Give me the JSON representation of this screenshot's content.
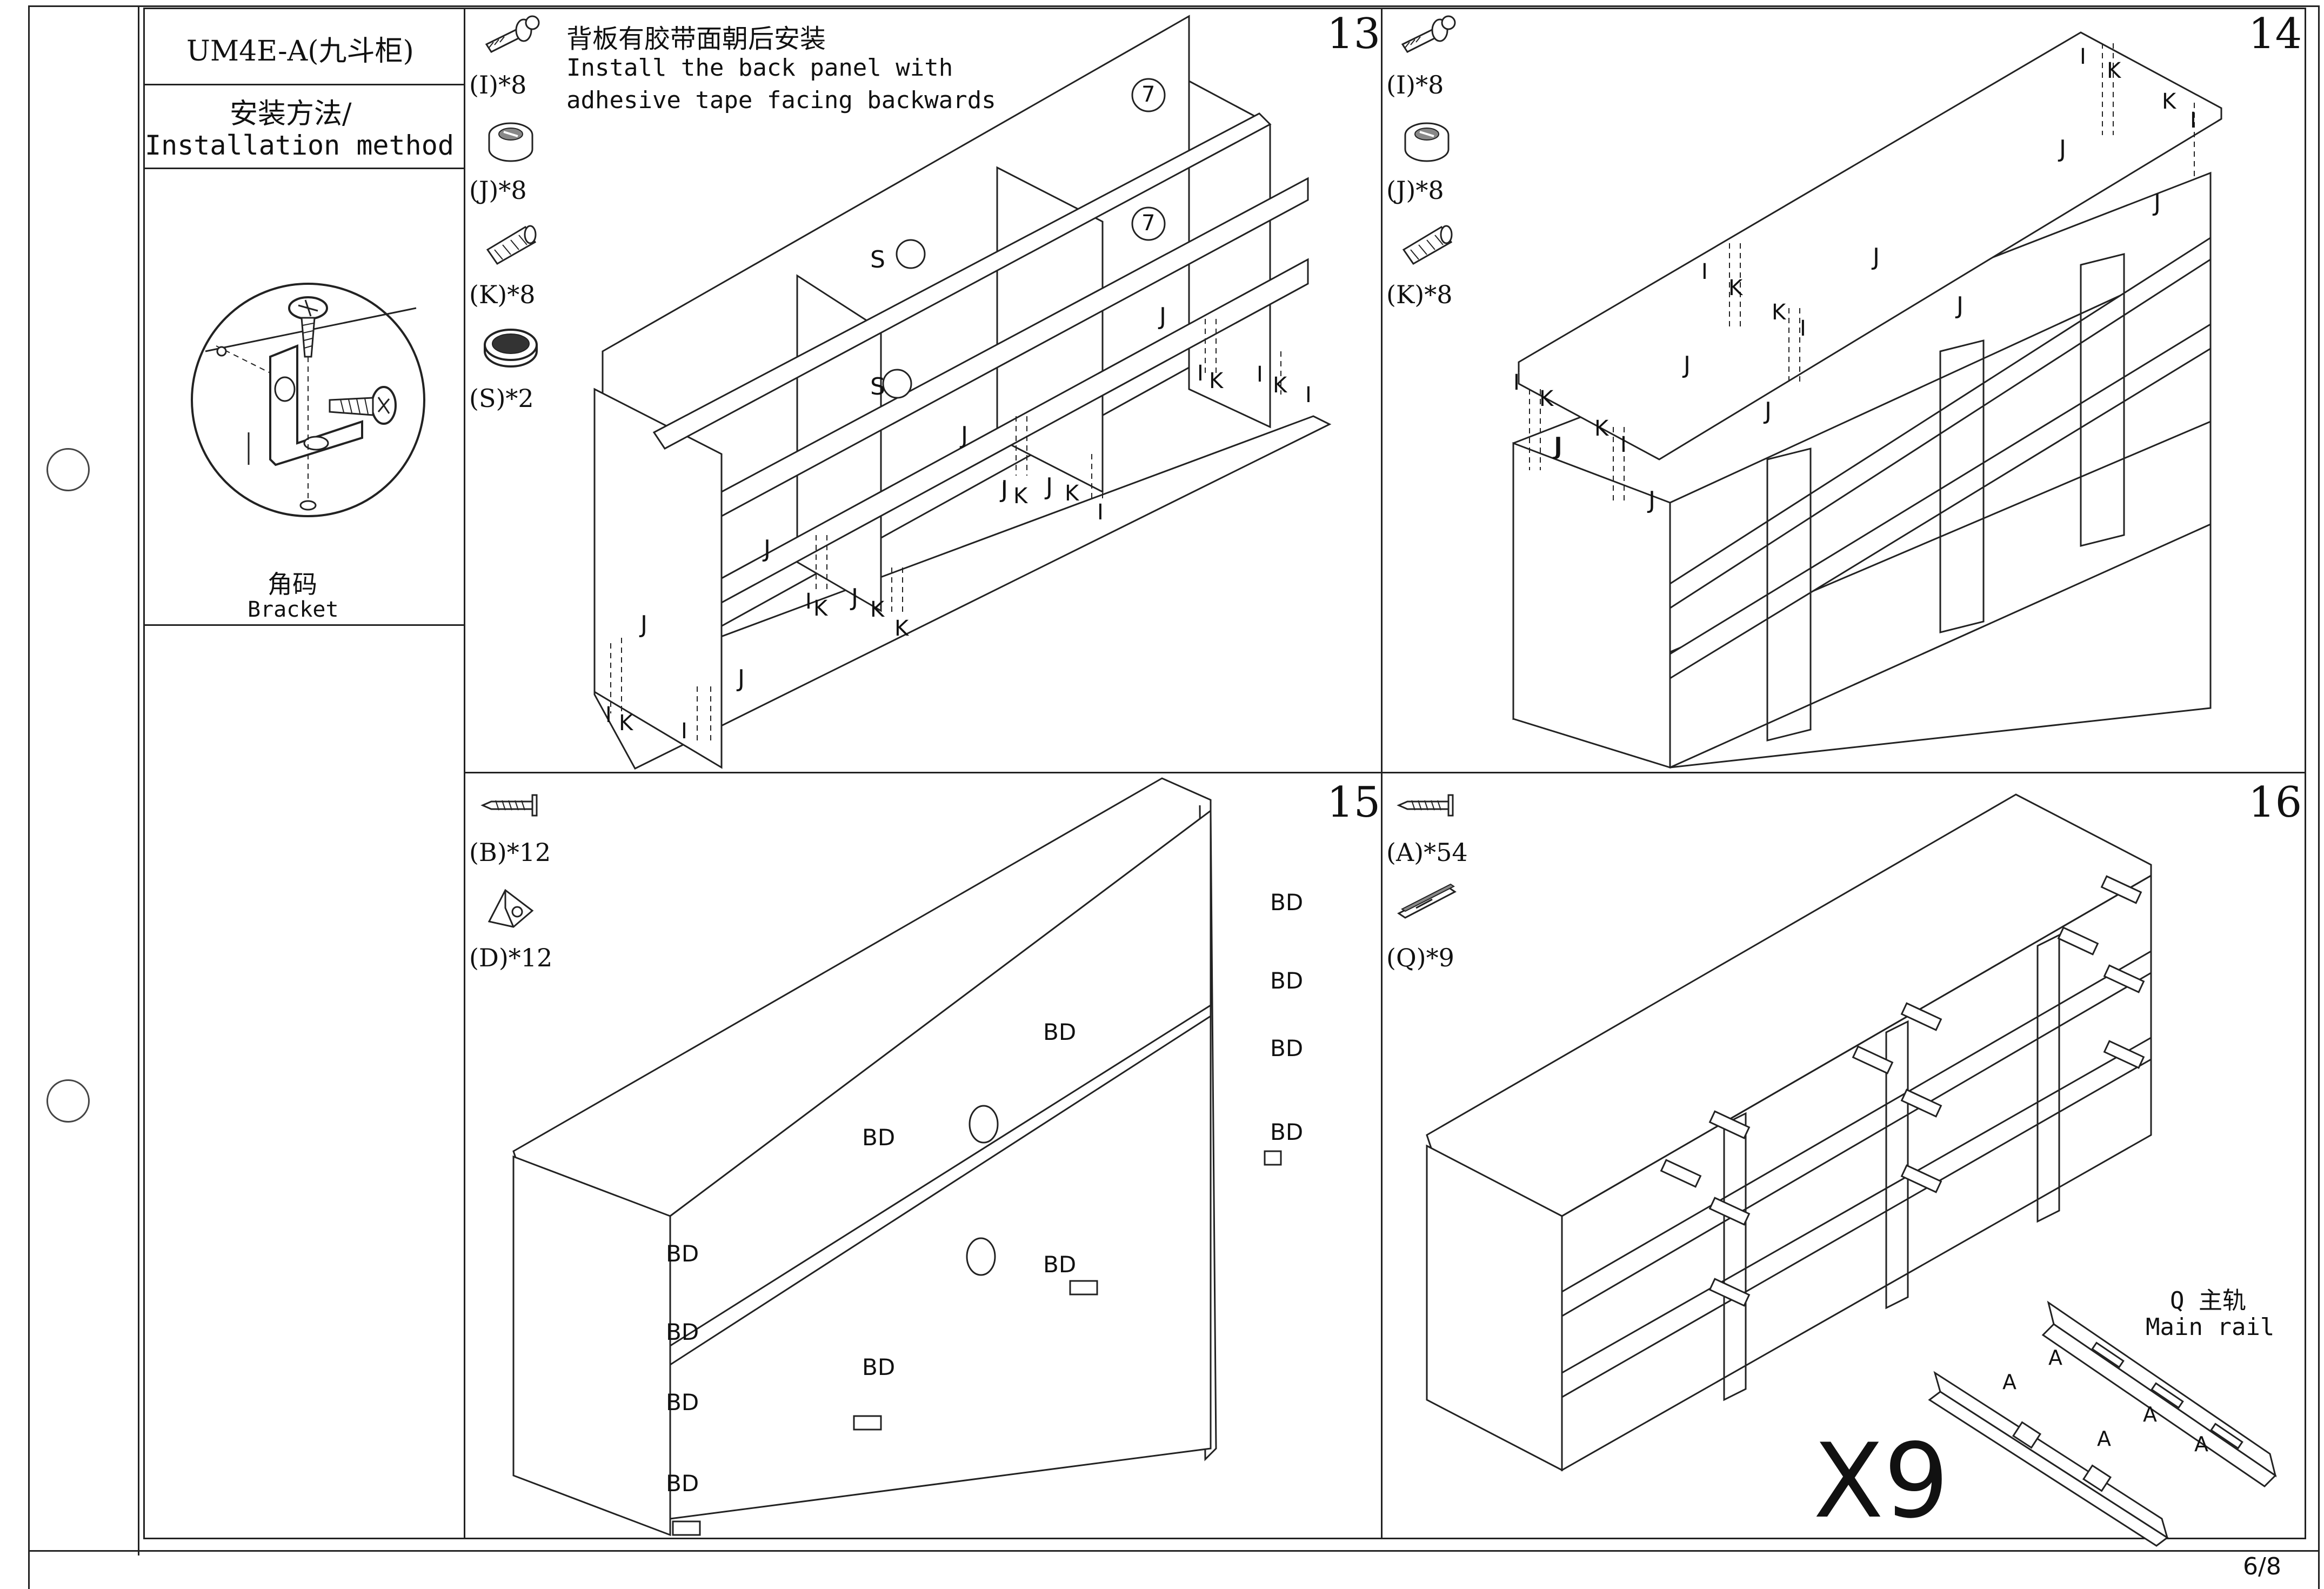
{
  "sidebar": {
    "model": "UM4E-A(九斗柜)",
    "method_cn": "安装方法/",
    "method_en": "Installation method",
    "bracket_cn": "角码",
    "bracket_en": "Bracket"
  },
  "steps": [
    {
      "number": "13",
      "instruction_cn": "背板有胶带面朝后安装",
      "instruction_en_1": "Install the back panel with",
      "instruction_en_2": "adhesive tape facing backwards",
      "parts": [
        {
          "label": "(I)*8",
          "icon": "cam-bolt-icon"
        },
        {
          "label": "(J)*8",
          "icon": "cam-lock-icon"
        },
        {
          "label": "(K)*8",
          "icon": "wood-dowel-icon"
        },
        {
          "label": "(S)*2",
          "icon": "grommet-icon"
        }
      ],
      "callouts": [
        "7",
        "7"
      ],
      "tags": [
        "S",
        "S",
        "J",
        "J",
        "J",
        "J",
        "J",
        "J",
        "J",
        "J",
        "I",
        "K",
        "I",
        "K",
        "I",
        "K",
        "I",
        "K",
        "I",
        "K",
        "I",
        "K",
        "I",
        "K",
        "K",
        "I"
      ]
    },
    {
      "number": "14",
      "parts": [
        {
          "label": "(I)*8",
          "icon": "cam-bolt-icon"
        },
        {
          "label": "(J)*8",
          "icon": "cam-lock-icon"
        },
        {
          "label": "(K)*8",
          "icon": "wood-dowel-icon"
        }
      ],
      "tags": [
        "I",
        "K",
        "K",
        "I",
        "J",
        "J",
        "J",
        "J",
        "I",
        "K",
        "K",
        "I",
        "J",
        "J",
        "J",
        "I",
        "K",
        "K",
        "I",
        "J",
        "J"
      ]
    },
    {
      "number": "15",
      "parts": [
        {
          "label": "(B)*12",
          "icon": "screw-icon"
        },
        {
          "label": "(D)*12",
          "icon": "corner-bracket-icon"
        }
      ],
      "tags": [
        "BD",
        "BD",
        "BD",
        "BD",
        "BD",
        "BD",
        "BD",
        "BD",
        "BD",
        "BD",
        "BD",
        "BD"
      ]
    },
    {
      "number": "16",
      "parts": [
        {
          "label": "(A)*54",
          "icon": "screw-icon"
        },
        {
          "label": "(Q)*9",
          "icon": "drawer-rail-icon"
        }
      ],
      "rail_cn": "Q 主轨",
      "rail_en": "Main rail",
      "rail_tags": [
        "A",
        "A",
        "A",
        "A",
        "A"
      ],
      "multiplier": "X9"
    }
  ],
  "page_number": "6/8"
}
